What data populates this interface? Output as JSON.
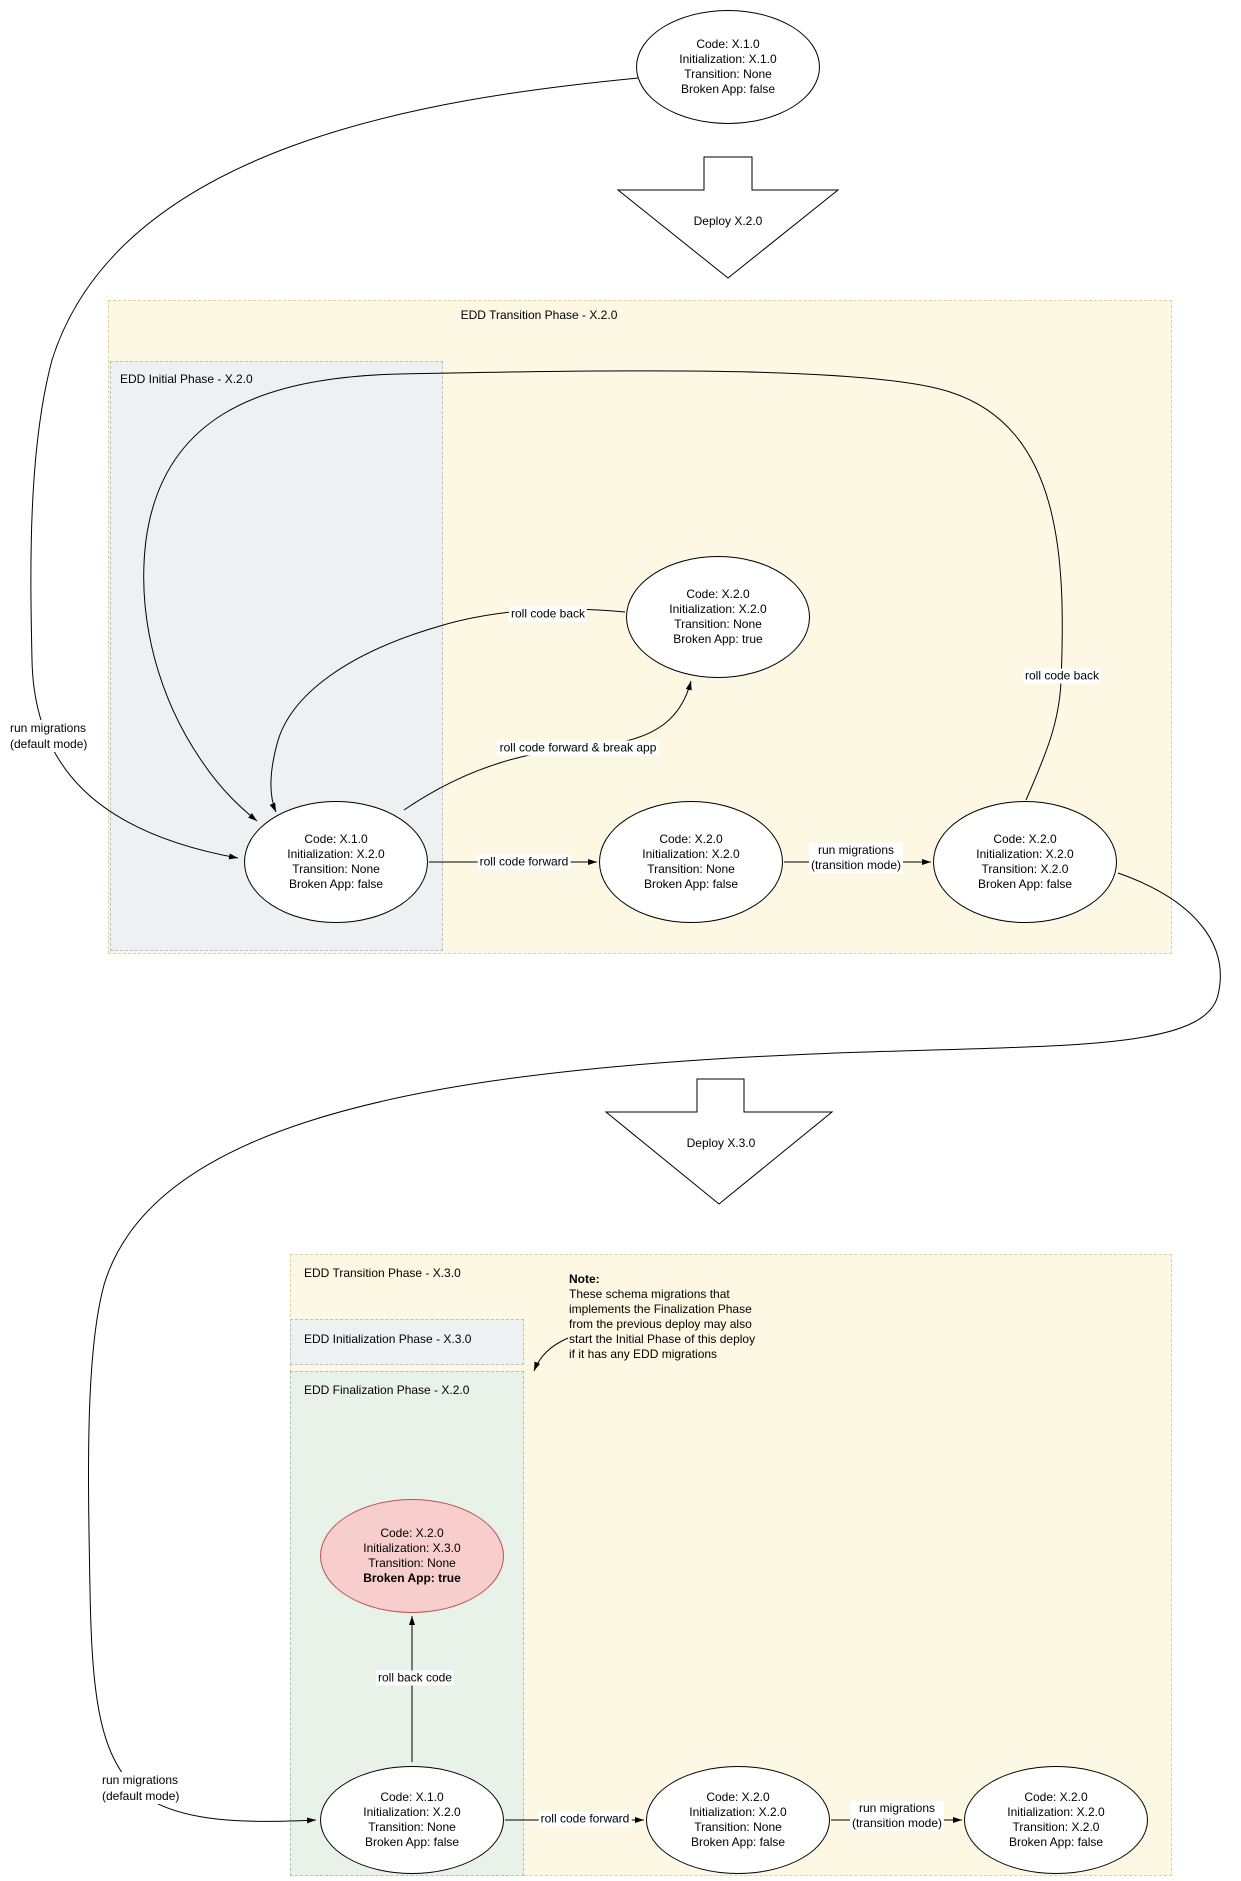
{
  "containers": {
    "transition_x20": "EDD Transition Phase - X.2.0",
    "initial_x20": "EDD Initial Phase - X.2.0",
    "transition_x30": "EDD Transition Phase - X.3.0",
    "initialization_x30": "EDD Initialization Phase - X.3.0",
    "finalization_x20": "EDD Finalization Phase - X.2.0"
  },
  "deploy_arrows": {
    "x20": "Deploy X.2.0",
    "x30": "Deploy X.3.0"
  },
  "nodes": {
    "start": [
      "Code: X.1.0",
      "Initialization: X.1.0",
      "Transition: None",
      "Broken App: false"
    ],
    "x20_initial": [
      "Code: X.1.0",
      "Initialization: X.2.0",
      "Transition: None",
      "Broken App: false"
    ],
    "x20_code_forward": [
      "Code: X.2.0",
      "Initialization: X.2.0",
      "Transition: None",
      "Broken App: false"
    ],
    "x20_transitioned": [
      "Code: X.2.0",
      "Initialization: X.2.0",
      "Transition: X.2.0",
      "Broken App: false"
    ],
    "x20_broken": [
      "Code: X.2.0",
      "Initialization: X.2.0",
      "Transition: None",
      "Broken App: true"
    ],
    "x30_broken": [
      "Code: X.2.0",
      "Initialization: X.3.0",
      "Transition: None",
      "Broken App: true"
    ],
    "x30_initial": [
      "Code: X.1.0",
      "Initialization: X.2.0",
      "Transition: None",
      "Broken App: false"
    ],
    "x30_code_forward": [
      "Code: X.2.0",
      "Initialization: X.2.0",
      "Transition: None",
      "Broken App: false"
    ],
    "x30_transitioned": [
      "Code: X.2.0",
      "Initialization: X.2.0",
      "Transition: X.2.0",
      "Broken App: false"
    ]
  },
  "edge_labels": {
    "run_migrations_default": [
      "run migrations",
      "(default mode)"
    ],
    "run_migrations_transition": [
      "run migrations",
      "(transition mode)"
    ],
    "roll_code_forward": "roll code forward",
    "roll_code_back": "roll code back",
    "roll_code_forward_break": "roll code forward & break app",
    "roll_back_code": "roll back code"
  },
  "note": {
    "title": "Note:",
    "lines": [
      "These schema migrations that",
      "implements the Finalization Phase",
      "from the previous deploy may also",
      "start the Initial Phase of this deploy",
      "if it has any EDD migrations"
    ]
  },
  "colors": {
    "transition_fill": "#fdf8e4",
    "transition_border": "#dcd2a8",
    "initial_fill": "#edf1f2",
    "initial_border": "#b8c2c6",
    "finalization_fill": "#e9f2e9",
    "finalization_border": "#a8c6a8",
    "broken_fill": "#f8cecc",
    "broken_border": "#b85450",
    "node_fill": "#ffffff",
    "edge_color": "#000000"
  }
}
